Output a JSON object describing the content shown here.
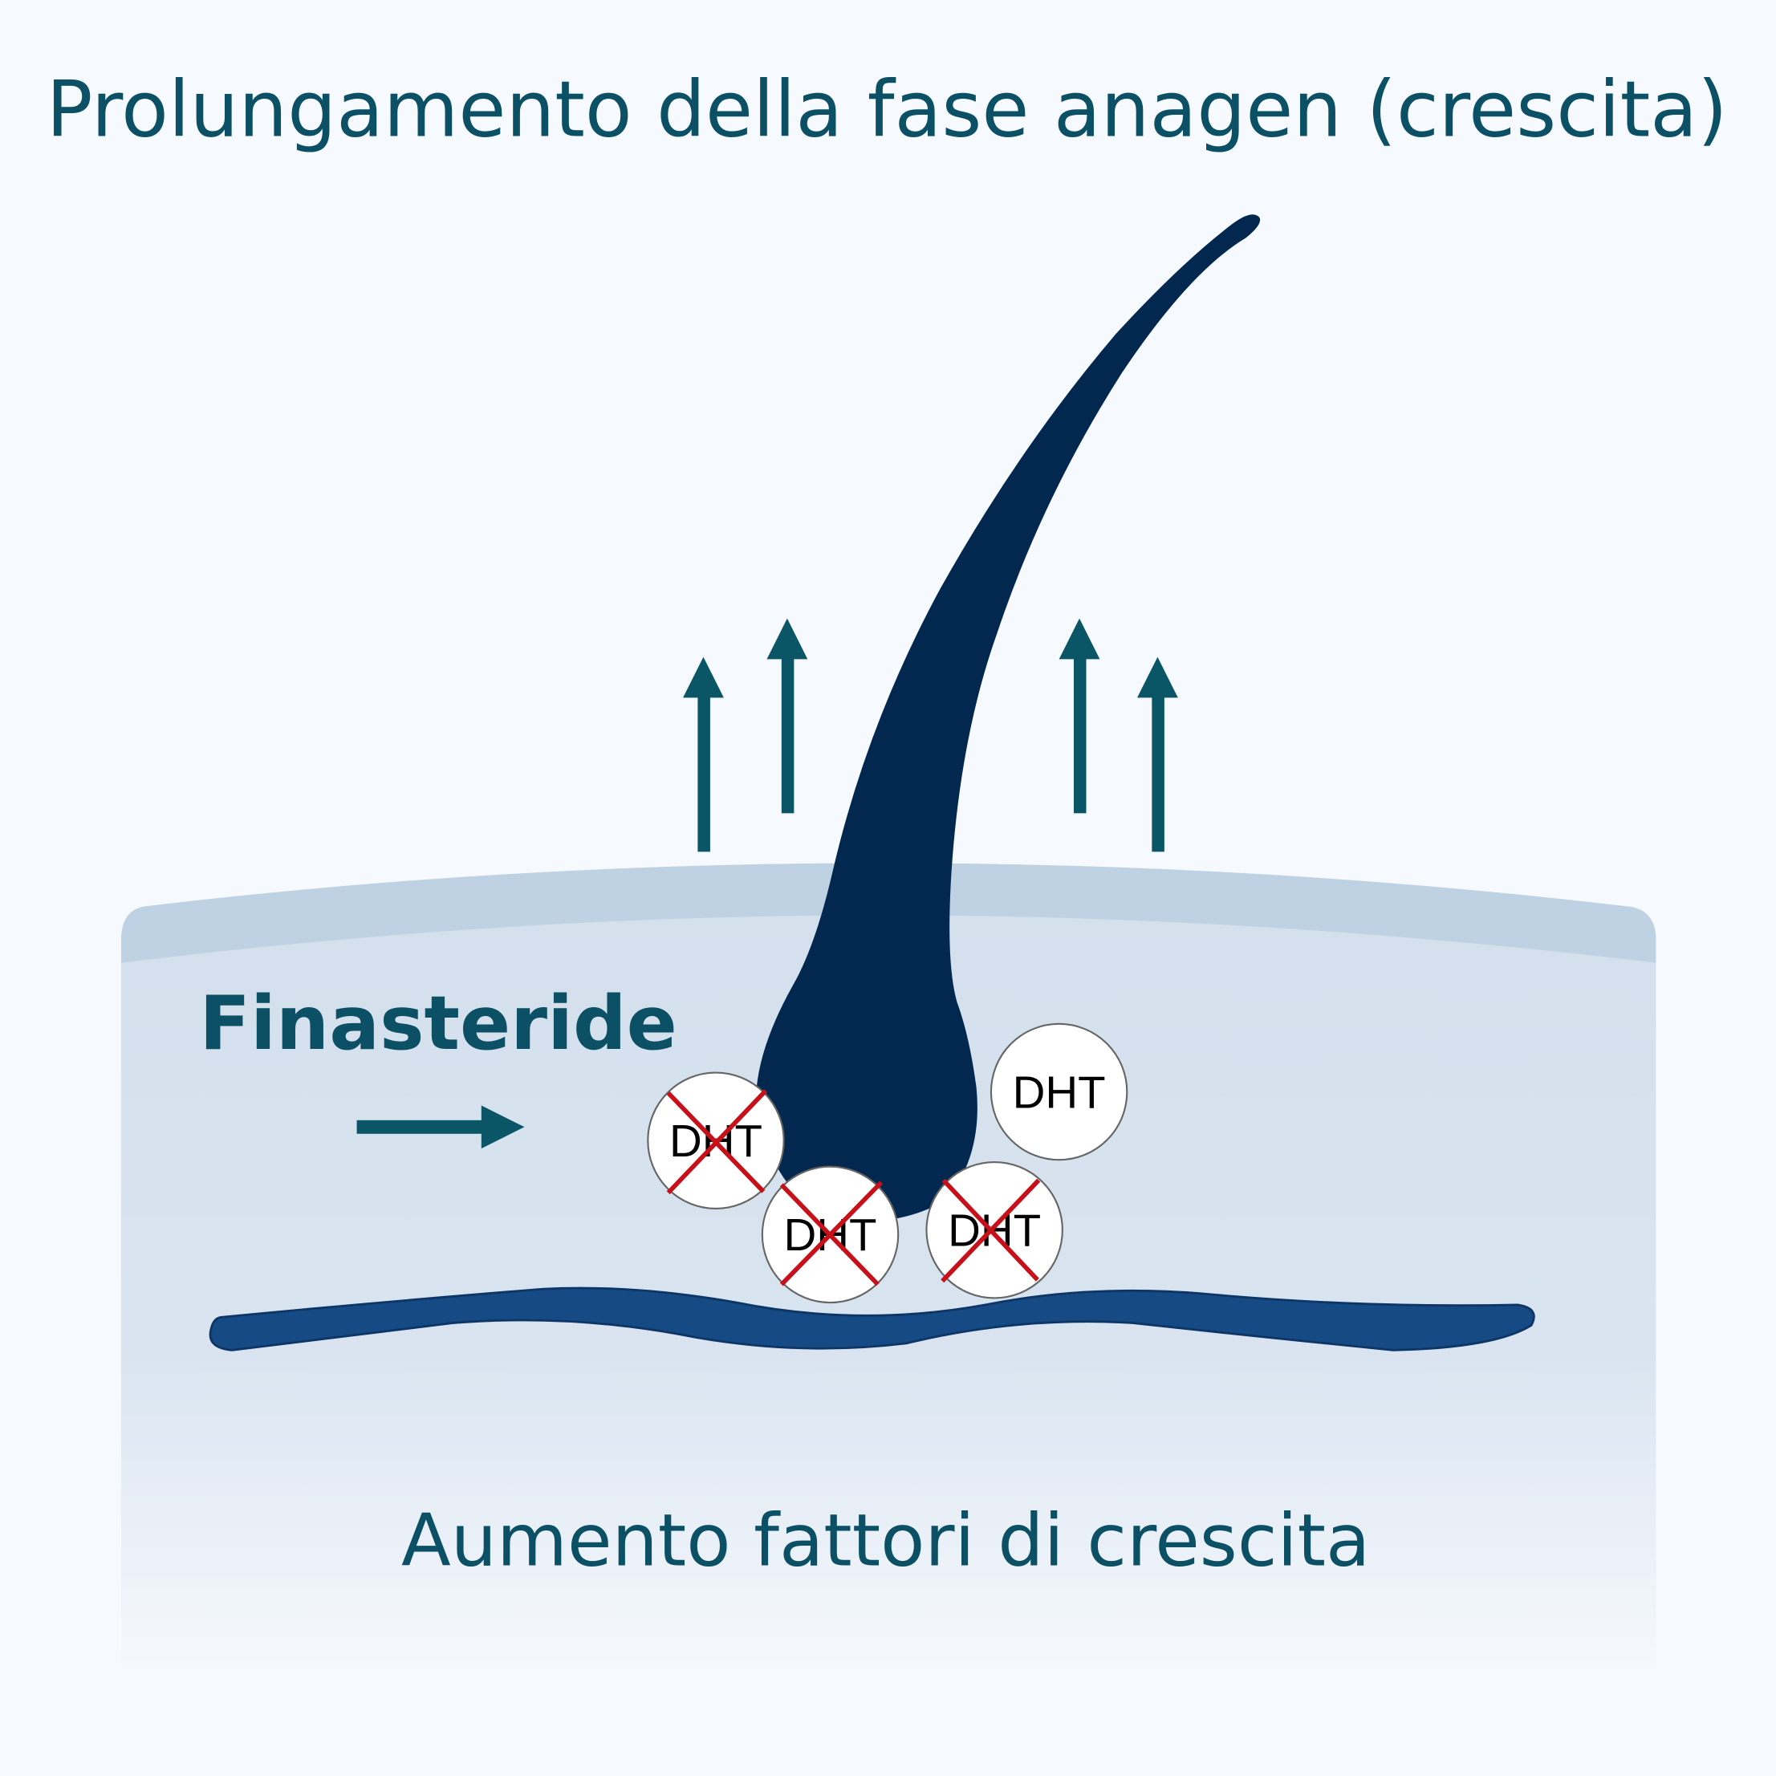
{
  "title": "Prolungamento della fase anagen (crescita)",
  "drug_label": "Finasteride",
  "bottom_label": "Aumento fattori di crescita",
  "molecules": [
    {
      "label": "DHT",
      "blocked": true
    },
    {
      "label": "DHT",
      "blocked": true
    },
    {
      "label": "DHT",
      "blocked": true
    },
    {
      "label": "DHT",
      "blocked": false
    }
  ],
  "colors": {
    "text": "#0b5064",
    "hair": "#03284f",
    "arrows": "#0a5566",
    "vessel": "#164a85",
    "cross": "#c8101a",
    "skin": "#d5e1ee"
  }
}
